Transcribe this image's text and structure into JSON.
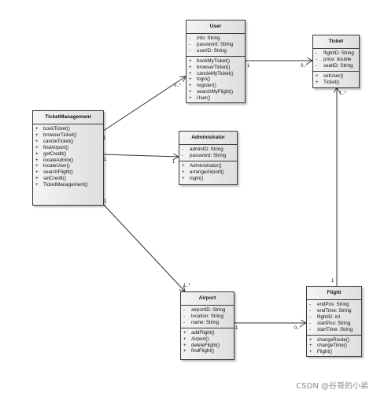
{
  "classes": {
    "user": {
      "title": "User",
      "attributes": [
        {
          "vis": "-",
          "text": "info: String"
        },
        {
          "vis": "-",
          "text": "password: String"
        },
        {
          "vis": "-",
          "text": "userID: String"
        }
      ],
      "operations": [
        {
          "vis": "+",
          "text": "bookMyTicket()"
        },
        {
          "vis": "+",
          "text": "browserTicket()"
        },
        {
          "vis": "+",
          "text": "cancleMyTicket()"
        },
        {
          "vis": "+",
          "text": "login()"
        },
        {
          "vis": "+",
          "text": "register()"
        },
        {
          "vis": "+",
          "text": "searchMyFlight()"
        },
        {
          "vis": "+",
          "text": "User()"
        }
      ]
    },
    "ticket": {
      "title": "Ticket",
      "attributes": [
        {
          "vis": "-",
          "text": "flightID: String"
        },
        {
          "vis": "-",
          "text": "price: double"
        },
        {
          "vis": "-",
          "text": "seatID: String"
        }
      ],
      "operations": [
        {
          "vis": "+",
          "text": "setUser()"
        },
        {
          "vis": "+",
          "text": "Ticket()"
        }
      ]
    },
    "ticket_management": {
      "title": "TicketManagement",
      "attributes": [],
      "operations": [
        {
          "vis": "+",
          "text": "bookTicket()"
        },
        {
          "vis": "+",
          "text": "browserTicket()"
        },
        {
          "vis": "+",
          "text": "cancleTicket()"
        },
        {
          "vis": "+",
          "text": "findAirport()"
        },
        {
          "vis": "+",
          "text": "getCredit()"
        },
        {
          "vis": "+",
          "text": "locateAdmin()"
        },
        {
          "vis": "+",
          "text": "locateUser()"
        },
        {
          "vis": "+",
          "text": "searchFlight()"
        },
        {
          "vis": "+",
          "text": "setCredit()"
        },
        {
          "vis": "+",
          "text": "TicketManagement()"
        }
      ]
    },
    "administrator": {
      "title": "Administrator",
      "attributes": [
        {
          "vis": "-",
          "text": "adminID: String"
        },
        {
          "vis": "-",
          "text": "password: String"
        }
      ],
      "operations": [
        {
          "vis": "+",
          "text": "Administrator()"
        },
        {
          "vis": "+",
          "text": "arrangeAirport()"
        },
        {
          "vis": "+",
          "text": "login()"
        }
      ]
    },
    "airport": {
      "title": "Airport",
      "attributes": [
        {
          "vis": "-",
          "text": "airportID: String"
        },
        {
          "vis": "-",
          "text": "location: String"
        },
        {
          "vis": "-",
          "text": "name: String"
        }
      ],
      "operations": [
        {
          "vis": "+",
          "text": "addFlight()"
        },
        {
          "vis": "+",
          "text": "Airport()"
        },
        {
          "vis": "+",
          "text": "deleteFlight()"
        },
        {
          "vis": "+",
          "text": "findFlight()"
        }
      ]
    },
    "flight": {
      "title": "Flight",
      "attributes": [
        {
          "vis": "-",
          "text": "endPos: String"
        },
        {
          "vis": "-",
          "text": "endTime: String"
        },
        {
          "vis": "-",
          "text": "flightID: int"
        },
        {
          "vis": "-",
          "text": "startPos: String"
        },
        {
          "vis": "-",
          "text": "startTime: String"
        }
      ],
      "operations": [
        {
          "vis": "+",
          "text": "changeRoute()"
        },
        {
          "vis": "+",
          "text": "changeTime()"
        },
        {
          "vis": "+",
          "text": "Flight()"
        }
      ]
    }
  },
  "associations": {
    "user_ticket": {
      "source_mult": "1",
      "target_mult": "0..*"
    },
    "tm_user": {
      "source_mult": "1",
      "target_mult": "0..*"
    },
    "tm_admin": {
      "source_mult": "1",
      "target_mult": "1"
    },
    "tm_airport": {
      "source_mult": "1",
      "target_mult": "1..*"
    },
    "airport_flight": {
      "source_mult": "1",
      "target_mult": "0..*"
    },
    "flight_ticket": {
      "source_mult": "1",
      "target_mult": "1..*"
    }
  },
  "watermark": "CSDN @谷哥的小弟"
}
